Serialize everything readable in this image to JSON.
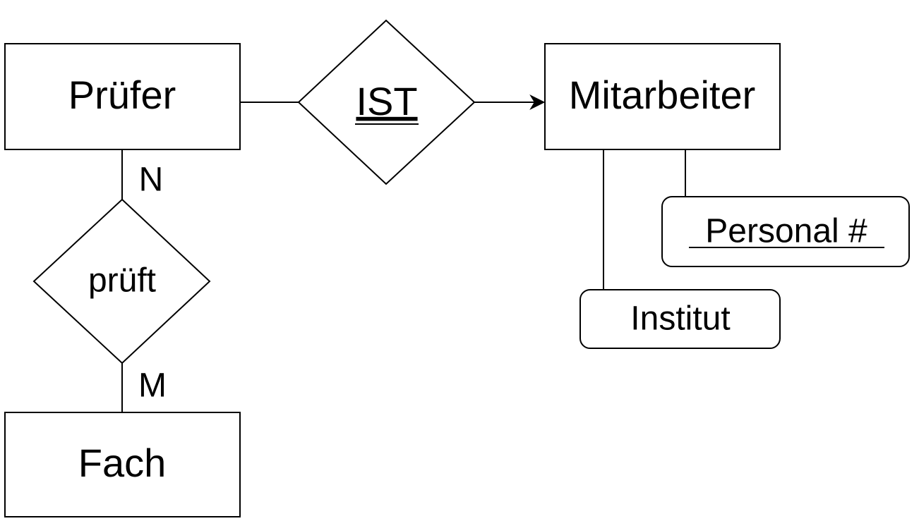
{
  "entities": {
    "pruefer": "Prüfer",
    "mitarbeiter": "Mitarbeiter",
    "fach": "Fach"
  },
  "relationships": {
    "ist": "IST",
    "prueft": "prüft"
  },
  "attributes": {
    "personal_nr": "Personal #",
    "institut": "Institut"
  },
  "cardinalities": {
    "pruefer_prueft": "N",
    "fach_prueft": "M"
  }
}
